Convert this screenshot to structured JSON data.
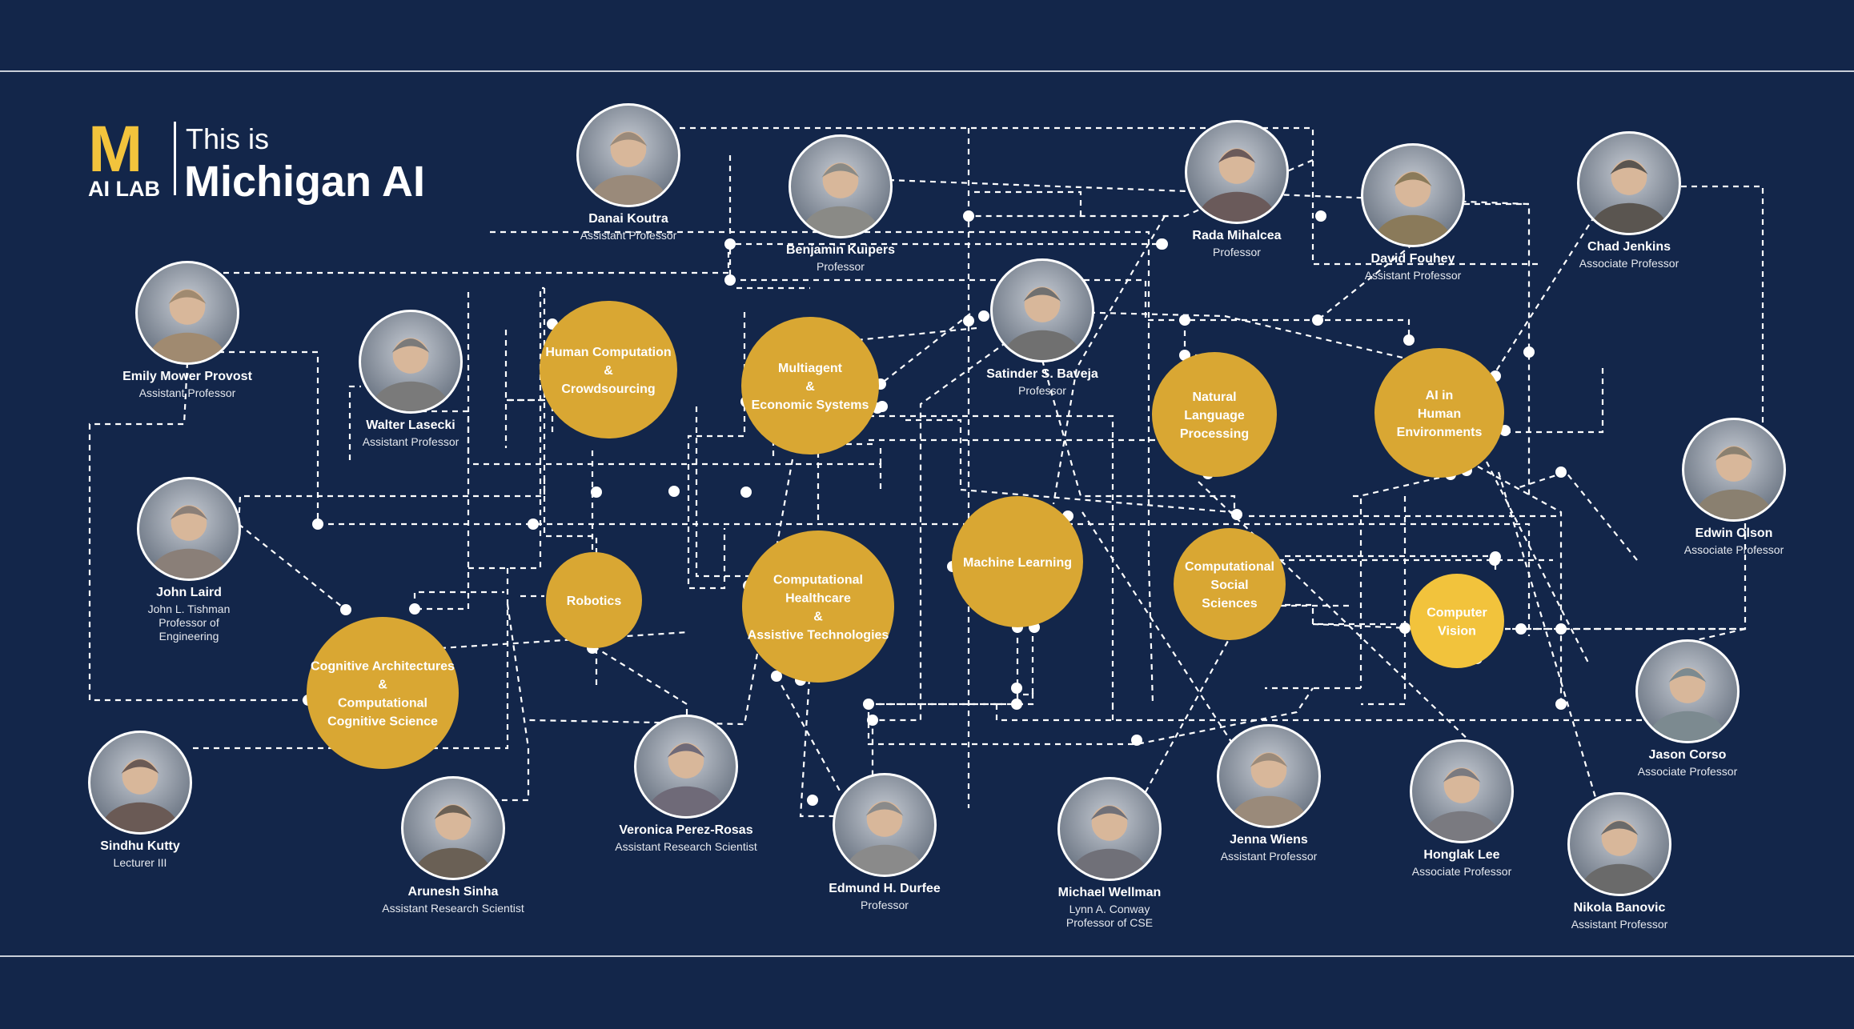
{
  "brand": {
    "logo_mark": "M",
    "logo_lab": "AI LAB",
    "title_small": "This is",
    "title_big": "Michigan AI"
  },
  "colors": {
    "background": "#13264a",
    "topic_gold": "#d9a733",
    "topic_yellow": "#f2c33c",
    "line": "#ffffff"
  },
  "topics": [
    {
      "id": "hcc",
      "lines": [
        "Human Computation",
        "&",
        "Crowdsourcing"
      ]
    },
    {
      "id": "mas",
      "lines": [
        "Multiagent",
        "&",
        "Economic Systems"
      ]
    },
    {
      "id": "nlp",
      "lines": [
        "Natural",
        "Language",
        "Processing"
      ]
    },
    {
      "id": "aihe",
      "lines": [
        "AI in",
        "Human",
        "Environments"
      ]
    },
    {
      "id": "rob",
      "lines": [
        "Robotics"
      ]
    },
    {
      "id": "chat",
      "lines": [
        "Computational",
        "Healthcare",
        "&",
        "Assistive Technologies"
      ]
    },
    {
      "id": "ml",
      "lines": [
        "Machine Learning"
      ]
    },
    {
      "id": "css",
      "lines": [
        "Computational",
        "Social",
        "Sciences"
      ]
    },
    {
      "id": "cv",
      "lines": [
        "Computer",
        "Vision"
      ]
    },
    {
      "id": "cacs",
      "lines": [
        "Cognitive Architectures",
        "&",
        "Computational",
        "Cognitive Science"
      ]
    }
  ],
  "people": [
    {
      "id": "koutra",
      "name": "Danai Koutra",
      "role": [
        "Assistant Professor"
      ]
    },
    {
      "id": "kuipers",
      "name": "Benjamin Kuipers",
      "role": [
        "Professor"
      ]
    },
    {
      "id": "mihalcea",
      "name": "Rada Mihalcea",
      "role": [
        "Professor"
      ]
    },
    {
      "id": "fouhey",
      "name": "David Fouhey",
      "role": [
        "Assistant Professor"
      ]
    },
    {
      "id": "jenkins",
      "name": "Chad Jenkins",
      "role": [
        "Associate Professor"
      ]
    },
    {
      "id": "provost",
      "name": "Emily Mower Provost",
      "role": [
        "Assistant Professor"
      ]
    },
    {
      "id": "lasecki",
      "name": "Walter Lasecki",
      "role": [
        "Assistant Professor"
      ]
    },
    {
      "id": "baveja",
      "name": "Satinder S. Baveja",
      "role": [
        "Professor"
      ]
    },
    {
      "id": "olson",
      "name": "Edwin Olson",
      "role": [
        "Associate Professor"
      ]
    },
    {
      "id": "laird",
      "name": "John Laird",
      "role": [
        "John L. Tishman",
        "Professor of",
        "Engineering"
      ]
    },
    {
      "id": "corso",
      "name": "Jason Corso",
      "role": [
        "Associate Professor"
      ]
    },
    {
      "id": "kutty",
      "name": "Sindhu Kutty",
      "role": [
        "Lecturer III"
      ]
    },
    {
      "id": "sinha",
      "name": "Arunesh Sinha",
      "role": [
        "Assistant Research Scientist"
      ]
    },
    {
      "id": "perez",
      "name": "Veronica Perez-Rosas",
      "role": [
        "Assistant Research Scientist"
      ]
    },
    {
      "id": "durfee",
      "name": "Edmund H. Durfee",
      "role": [
        "Professor"
      ]
    },
    {
      "id": "wellman",
      "name": "Michael Wellman",
      "role": [
        "Lynn A. Conway",
        "Professor of CSE"
      ]
    },
    {
      "id": "wiens",
      "name": "Jenna Wiens",
      "role": [
        "Assistant Professor"
      ]
    },
    {
      "id": "lee",
      "name": "Honglak Lee",
      "role": [
        "Associate Professor"
      ]
    },
    {
      "id": "banovic",
      "name": "Nikola Banovic",
      "role": [
        "Assistant Professor"
      ]
    }
  ]
}
